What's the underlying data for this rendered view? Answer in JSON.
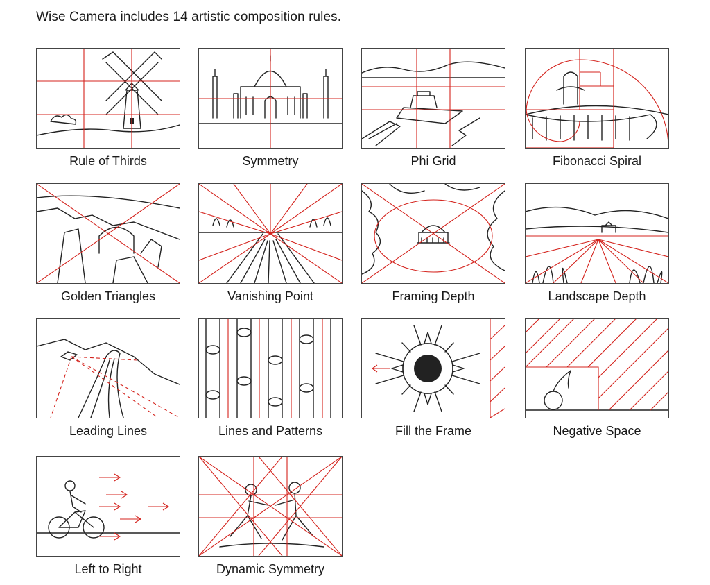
{
  "heading": "Wise Camera includes 14 artistic composition rules.",
  "accent_color": "#d4231d",
  "line_color": "#222222",
  "rules": [
    {
      "label": "Rule of Thirds",
      "icon": "windmill-illustration"
    },
    {
      "label": "Symmetry",
      "icon": "taj-mahal-illustration"
    },
    {
      "label": "Phi Grid",
      "icon": "boat-pier-illustration"
    },
    {
      "label": "Fibonacci Spiral",
      "icon": "fountain-illustration"
    },
    {
      "label": "Golden Triangles",
      "icon": "hillside-church-illustration"
    },
    {
      "label": "Vanishing Point",
      "icon": "bridge-perspective-illustration"
    },
    {
      "label": "Framing Depth",
      "icon": "memorial-through-trees-illustration"
    },
    {
      "label": "Landscape Depth",
      "icon": "reeds-landscape-illustration"
    },
    {
      "label": "Leading Lines",
      "icon": "mountain-road-illustration"
    },
    {
      "label": "Lines and Patterns",
      "icon": "bottles-pattern-illustration"
    },
    {
      "label": "Fill the Frame",
      "icon": "sunflower-illustration"
    },
    {
      "label": "Negative Space",
      "icon": "cherry-illustration"
    },
    {
      "label": "Left to Right",
      "icon": "cyclist-illustration"
    },
    {
      "label": "Dynamic Symmetry",
      "icon": "fencers-illustration"
    }
  ]
}
